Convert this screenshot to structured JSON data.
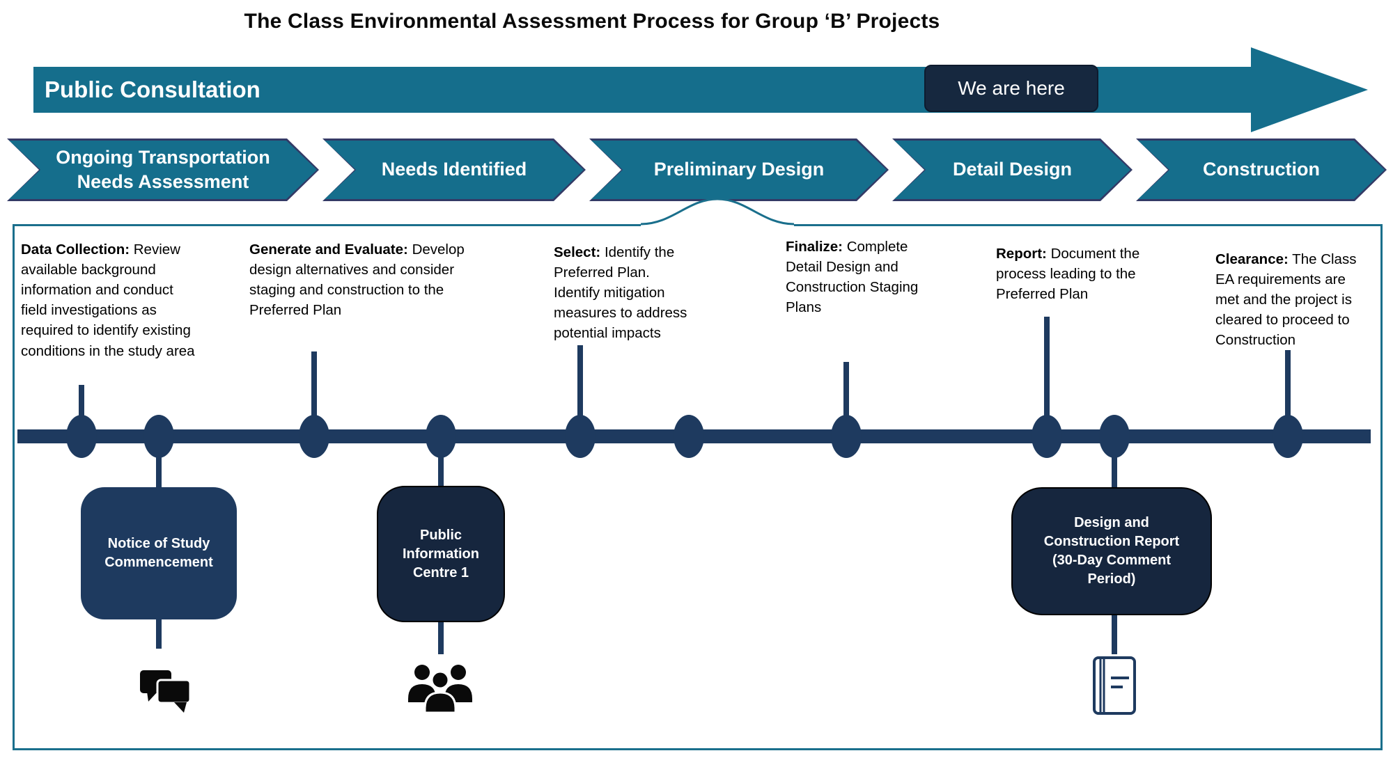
{
  "title": "The Class Environmental Assessment Process for Group ‘B’ Projects",
  "banner": {
    "label": "Public Consultation",
    "badge": "We are here"
  },
  "stages": [
    {
      "label": "Ongoing Transportation Needs Assessment"
    },
    {
      "label": "Needs Identified"
    },
    {
      "label": "Preliminary Design"
    },
    {
      "label": "Detail Design"
    },
    {
      "label": "Construction"
    }
  ],
  "steps": [
    {
      "lead": "Data Collection:",
      "body": "Review available background information and conduct field investigations as required to identify existing conditions in the study area"
    },
    {
      "lead": "Generate and Evaluate:",
      "body": "Develop design alternatives and consider staging and construction to the Preferred Plan"
    },
    {
      "lead": "Select:",
      "body": "Identify the Preferred Plan. Identify mitigation measures to address potential impacts"
    },
    {
      "lead": "Finalize:",
      "body": "Complete Detail Design and Construction Staging Plans"
    },
    {
      "lead": "Report:",
      "body": "Document the process leading to the Preferred Plan"
    },
    {
      "lead": "Clearance:",
      "body": "The Class EA requirements are met and the project is cleared to proceed to Construction"
    }
  ],
  "milestones": [
    {
      "label": "Notice of Study Commencement",
      "icon": "speech-bubbles-icon"
    },
    {
      "label": "Public Information Centre 1",
      "icon": "people-group-icon"
    },
    {
      "label": "Design and Construction Report (30-Day Comment Period)",
      "icon": "report-document-icon"
    }
  ],
  "colors": {
    "teal": "#156E8C",
    "panel_border_teal": "#1A6F8C",
    "chevron_border": "#333A66",
    "navy": "#1E3A5F",
    "dark_navy": "#16263E",
    "text": "#000000"
  }
}
